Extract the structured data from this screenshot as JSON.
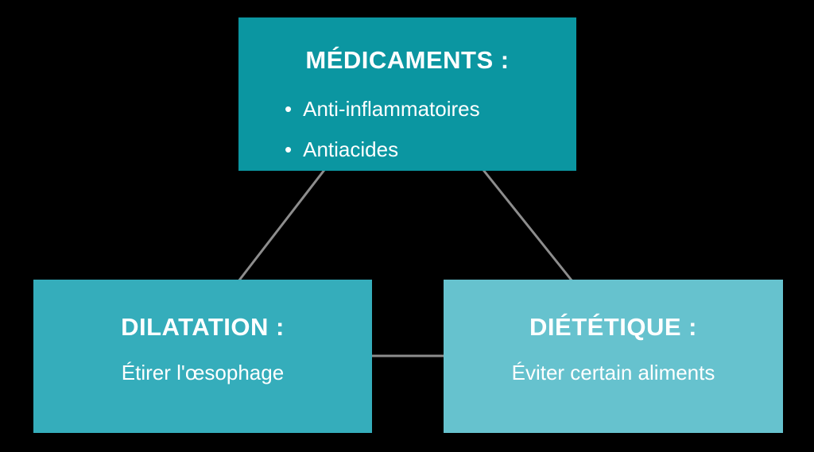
{
  "diagram": {
    "background_color": "#000000",
    "text_color": "#ffffff",
    "connector_color": "#8d8d8d",
    "nodes": {
      "medicaments": {
        "title": "MÉDICAMENTS :",
        "bullets": [
          "Anti-inflammatoires",
          "Antiacides"
        ],
        "color": "#0b96a1"
      },
      "dilatation": {
        "title": "DILATATION :",
        "body": "Étirer l'œsophage",
        "color": "#35adbb"
      },
      "dietetique": {
        "title": "DIÉTÉTIQUE :",
        "body": "Éviter certain aliments",
        "color": "#66c2ce"
      }
    }
  }
}
